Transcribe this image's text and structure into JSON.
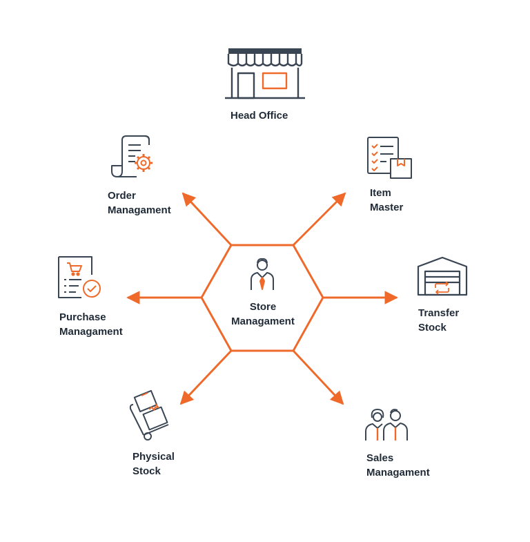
{
  "colors": {
    "accent": "#ef6a2a",
    "ink": "#3a4553",
    "text": "#1f2a36"
  },
  "center": {
    "line1": "Store",
    "line2": "Managament",
    "icon": "businessman-icon"
  },
  "nodes": {
    "head_office": {
      "line1": "Head Office",
      "icon": "storefront-icon"
    },
    "order": {
      "line1": "Order",
      "line2": "Managament",
      "icon": "receipt-gear-icon"
    },
    "item": {
      "line1": "Item",
      "line2": "Master",
      "icon": "checklist-box-icon"
    },
    "purchase": {
      "line1": "Purchase",
      "line2": "Managament",
      "icon": "cart-document-check-icon"
    },
    "transfer": {
      "line1": "Transfer",
      "line2": "Stock",
      "icon": "warehouse-transfer-icon"
    },
    "physical": {
      "line1": "Physical",
      "line2": "Stock",
      "icon": "hand-truck-boxes-icon"
    },
    "sales": {
      "line1": "Sales",
      "line2": "Managament",
      "icon": "sales-team-icon"
    }
  }
}
